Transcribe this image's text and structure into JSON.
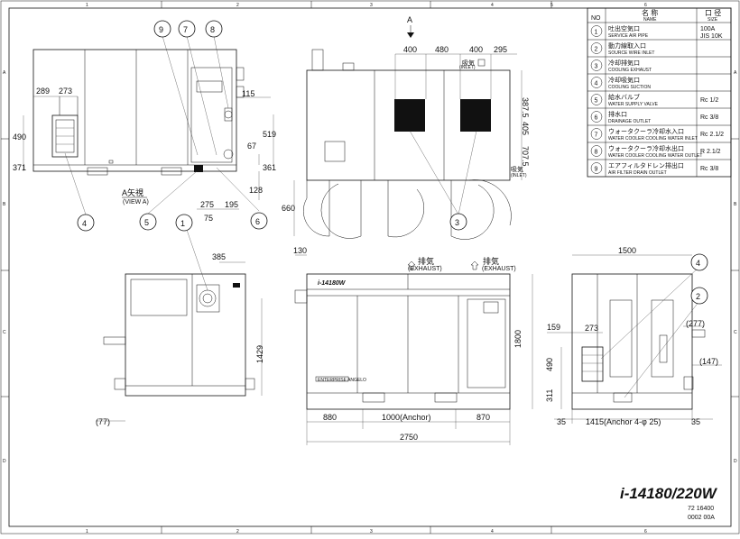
{
  "border": {
    "cols": [
      "1",
      "2",
      "3",
      "4",
      "5",
      "6"
    ],
    "rows": [
      "A",
      "B",
      "C",
      "D"
    ]
  },
  "table": {
    "headers": {
      "no": "NO",
      "name_jp": "名 称",
      "name_en": "NAME",
      "size_jp": "口 径",
      "size_en": "SIZE"
    },
    "rows": [
      {
        "no": "1",
        "jp": "吐出空気口",
        "en": "SERVICE AIR PIPE",
        "size": "100A",
        "size2": "JIS 10K"
      },
      {
        "no": "2",
        "jp": "動力線取入口",
        "en": "SOURCE WIRE INLET",
        "size": "",
        "size2": ""
      },
      {
        "no": "3",
        "jp": "冷却排気口",
        "en": "COOLING EXHAUST",
        "size": "",
        "size2": ""
      },
      {
        "no": "4",
        "jp": "冷却吸気口",
        "en": "COOLING SUCTION",
        "size": "",
        "size2": ""
      },
      {
        "no": "5",
        "jp": "給水バルブ",
        "en": "WATER SUPPLY VALVE",
        "size": "Rc 1/2",
        "size2": ""
      },
      {
        "no": "6",
        "jp": "排水口",
        "en": "DRAINAGE OUTLET",
        "size": "Rc 3/8",
        "size2": ""
      },
      {
        "no": "7",
        "jp": "ウォータクーラ冷却水入口",
        "en": "WATER COOLER COOLING WATER INLET",
        "size": "Rc 2.1/2",
        "size2": ""
      },
      {
        "no": "8",
        "jp": "ウォータクーラ冷却水出口",
        "en": "WATER COOLER COOLING WATER OUTLET",
        "size": "R 2.1/2",
        "size2": ""
      },
      {
        "no": "9",
        "jp": "エアフィルタドレン排出口",
        "en": "AIR FILTER DRAIN OUTLET",
        "size": "Rc 3/8",
        "size2": ""
      }
    ]
  },
  "view_a": {
    "label_jp": "A矢視",
    "label_en": "(VIEW A)",
    "dims": {
      "d289": "289",
      "d273": "273",
      "d490": "490",
      "d371": "371",
      "d115": "115",
      "d519": "519",
      "d67": "67",
      "d361": "361",
      "d128": "128",
      "d275": "275",
      "d195": "195",
      "d75": "75"
    },
    "balloons": [
      "9",
      "7",
      "8",
      "4",
      "5",
      "6"
    ]
  },
  "top_view": {
    "arrow_label": "A",
    "dims": {
      "d400a": "400",
      "d480": "480",
      "d400b": "400",
      "d295": "295",
      "d3875": "387.5",
      "d405": "405",
      "d7075": "707.5",
      "d660": "660"
    },
    "inlet1_jp": "吸気",
    "inlet1_en": "(INLET)",
    "inlet2_jp": "吸気",
    "inlet2_en": "(INLET)",
    "balloon": "3"
  },
  "left_view": {
    "dims": {
      "d385": "385",
      "d1429": "1429",
      "d77": "(77)"
    },
    "balloon": "1"
  },
  "front_view": {
    "logo": "i-14180W",
    "exhaust1_jp": "排気",
    "exhaust1_en": "(EXHAUST)",
    "exhaust2_jp": "排気",
    "exhaust2_en": "(EXHAUST)",
    "plate": "ENTERPRISE ANGELO",
    "dims": {
      "d130": "130",
      "d1800": "1800",
      "d880": "880",
      "d1000": "1000(Anchor)",
      "d870": "870",
      "d2750": "2750"
    }
  },
  "right_view": {
    "dims": {
      "d1500": "1500",
      "d159": "159",
      "d273": "273",
      "d490": "490",
      "d311": "311",
      "d277": "(277)",
      "d147": "(147)",
      "d35a": "35",
      "d1415": "1415(Anchor 4-φ 25)",
      "d35b": "35"
    },
    "balloons": [
      "4",
      "2"
    ]
  },
  "title_block": {
    "model": "i-14180/220W",
    "code1": "72 16400",
    "code2": "0002 00A"
  }
}
